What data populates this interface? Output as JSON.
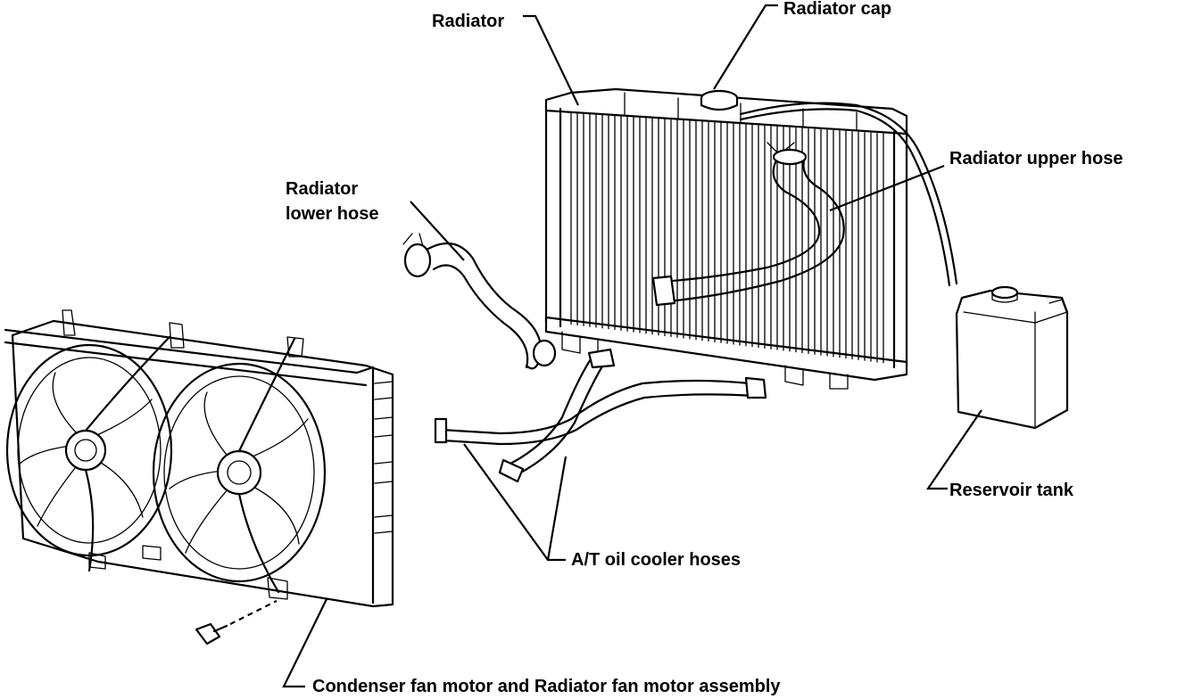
{
  "labels": {
    "radiator": "Radiator",
    "radiator_cap": "Radiator cap",
    "radiator_upper_hose": "Radiator upper hose",
    "radiator_lower_hose_line1": "Radiator",
    "radiator_lower_hose_line2": "lower hose",
    "reservoir_tank": "Reservoir tank",
    "at_oil_cooler_hoses": "A/T oil cooler hoses",
    "fan_assembly": "Condenser fan motor and Radiator fan motor assembly"
  },
  "colors": {
    "ink": "#000000",
    "paper": "#ffffff"
  }
}
